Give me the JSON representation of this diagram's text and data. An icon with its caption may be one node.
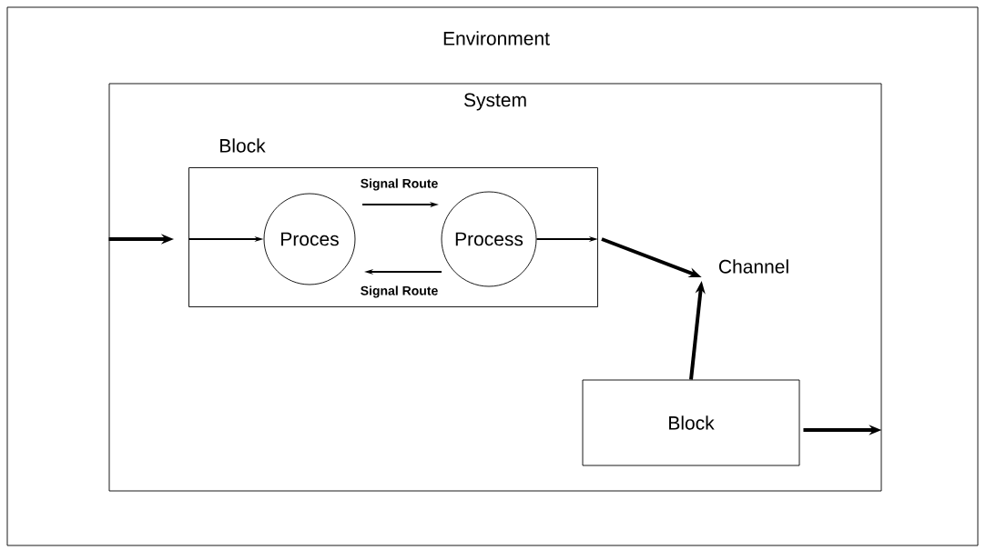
{
  "diagram": {
    "nodes": [
      {
        "text": [
          "Environment"
        ]
      },
      {
        "text": [
          "System"
        ],
        "in": 0
      },
      {
        "text": [
          "Block"
        ],
        "in": 1
      },
      {
        "text": [
          "Proces"
        ],
        "in": 2
      },
      {
        "text": [
          "Process"
        ],
        "in": 2
      },
      {
        "text": [
          "Block"
        ],
        "in": 1
      },
      {
        "text": [
          "Channel"
        ],
        "in": 1
      }
    ],
    "edges": [
      {
        "from": 1,
        "to": 2,
        "arrow": "to",
        "style": "thick"
      },
      {
        "from": 2,
        "to": 3,
        "arrow": "to"
      },
      {
        "from": 3,
        "to": 4,
        "arrow": "to",
        "label": "Signal Route"
      },
      {
        "from": 4,
        "to": 3,
        "arrow": "to",
        "label": "Signal Route"
      },
      {
        "from": 4,
        "to": 2,
        "arrow": "to"
      },
      {
        "from": 2,
        "to": 6,
        "arrow": "to",
        "style": "thick"
      },
      {
        "from": 5,
        "to": 6,
        "arrow": "to",
        "style": "thick"
      },
      {
        "from": 5,
        "to": 1,
        "arrow": "to",
        "style": "thick"
      }
    ]
  }
}
